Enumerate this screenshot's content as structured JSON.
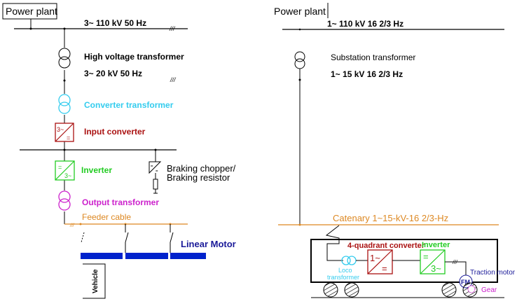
{
  "left": {
    "power_plant": "Power plant",
    "bus_110": "3~ 110 kV 50 Hz",
    "hv_transformer": "High voltage transformer",
    "bus_20": "3~ 20 kV 50 Hz",
    "converter_transformer": "Converter transformer",
    "input_converter": "Input converter",
    "input_converter_top": "3~",
    "input_converter_bottom": "=",
    "inverter": "Inverter",
    "inverter_top": "=",
    "inverter_bottom": "3~",
    "braking_line1": "Braking chopper/",
    "braking_line2": "Braking resistor",
    "output_transformer": "Output transformer",
    "feeder_cable": "Feeder cable",
    "linear_motor": "Linear Motor",
    "vehicle": "Vehicle"
  },
  "right": {
    "power_plant": "Power plant",
    "bus_110": "1~ 110 kV 16 2/3 Hz",
    "substation_transformer": "Substation transformer",
    "bus_15": "1~ 15 kV 16 2/3 Hz",
    "catenary": "Catenary  1~15-kV-16 2/3-Hz",
    "four_quadrant": "4-quadrant converter",
    "fq_top": "1~",
    "fq_bottom": "=",
    "inverter": "Inverter",
    "inv_top": "=",
    "inv_bottom": "3~",
    "loco_tr_line1": "Loco",
    "loco_tr_line2": "transformer",
    "traction_motor": "Traction motor",
    "motor_symbol": "FM",
    "gear": "Gear"
  },
  "colors": {
    "black": "#000000",
    "cyan": "#33ccee",
    "red": "#aa1111",
    "green": "#22cc22",
    "magenta": "#cc22cc",
    "orange": "#dd8822",
    "blue": "#0022cc",
    "navy": "#1a1a99"
  }
}
